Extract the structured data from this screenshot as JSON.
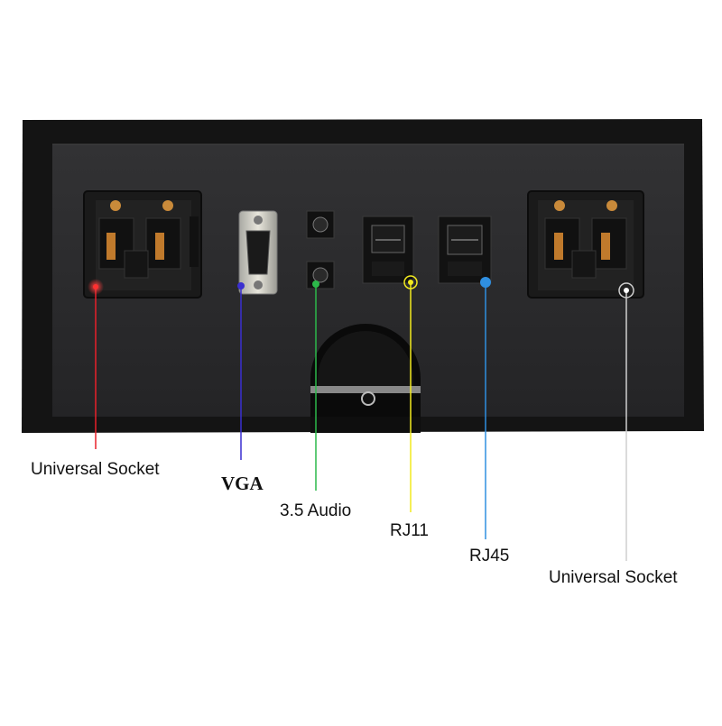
{
  "labels": {
    "socket_left": "Universal Socket",
    "vga": "VGA",
    "audio": "3.5 Audio",
    "rj11": "RJ11",
    "rj45": "RJ45",
    "socket_right": "Universal Socket"
  },
  "colors": {
    "socket_left": "#e8202a",
    "vga": "#3a2fd0",
    "audio": "#2cb84a",
    "rj11": "#f2ea1e",
    "rj45": "#2f8fe0",
    "socket_right": "#cfcfcf",
    "panel_frame": "#141414",
    "panel_face": "#2c2c2e"
  }
}
